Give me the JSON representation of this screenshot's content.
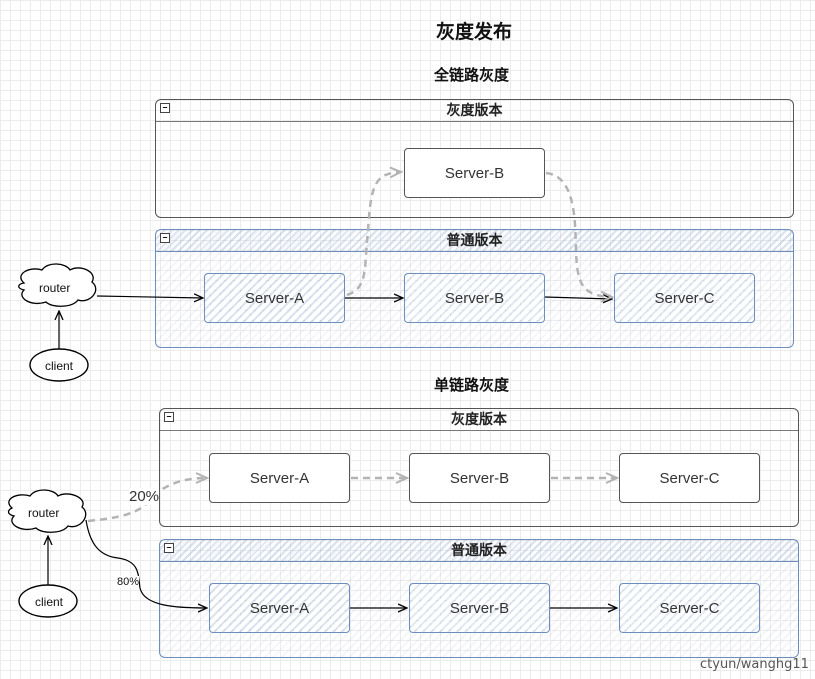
{
  "title": "灰度发布",
  "sections": {
    "full_chain": {
      "title": "全链路灰度",
      "gray_group": {
        "label": "灰度版本",
        "collapse_icon": "−",
        "servers": [
          "Server-B"
        ]
      },
      "normal_group": {
        "label": "普通版本",
        "collapse_icon": "−",
        "servers": [
          "Server-A",
          "Server-B",
          "Server-C"
        ]
      },
      "router": "router",
      "client": "client"
    },
    "single_chain": {
      "title": "单链路灰度",
      "gray_group": {
        "label": "灰度版本",
        "collapse_icon": "−",
        "servers": [
          "Server-A",
          "Server-B",
          "Server-C"
        ]
      },
      "normal_group": {
        "label": "普通版本",
        "collapse_icon": "−",
        "servers": [
          "Server-A",
          "Server-B",
          "Server-C"
        ]
      },
      "router": "router",
      "client": "client",
      "gray_ratio": "20%",
      "normal_ratio": "80%"
    }
  },
  "watermark": "ctyun/wanghg11",
  "colors": {
    "gray_stroke": "#555555",
    "blue_stroke": "#6c8ebf",
    "dashed_arrow": "#b3b3b3"
  }
}
